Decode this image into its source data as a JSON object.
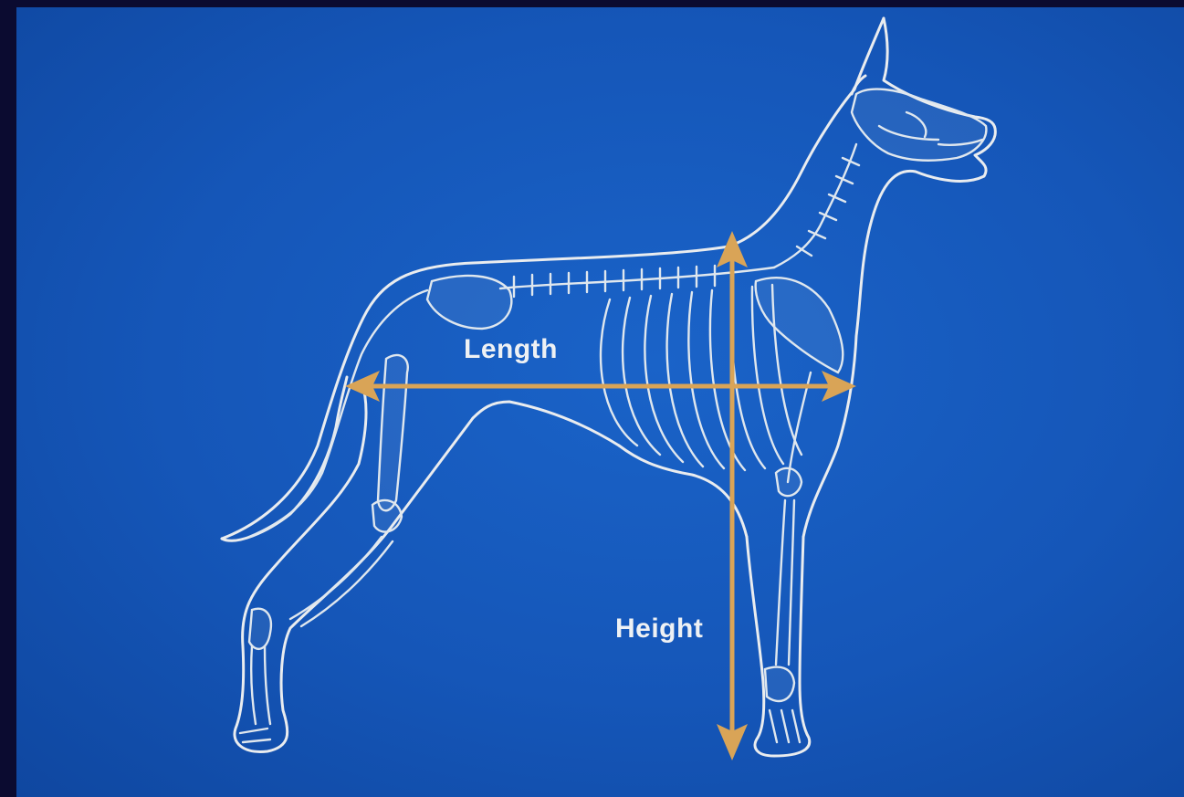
{
  "labels": {
    "length": "Length",
    "height": "Height"
  },
  "colors": {
    "background": "#1556b8",
    "lines": "#e9ecef",
    "arrows": "#d9a457",
    "frame": "#0b0b30"
  },
  "icons": {
    "subject": "dog-skeleton-illustration",
    "length_arrow": "double-headed-horizontal-arrow",
    "height_arrow": "double-headed-vertical-arrow"
  }
}
